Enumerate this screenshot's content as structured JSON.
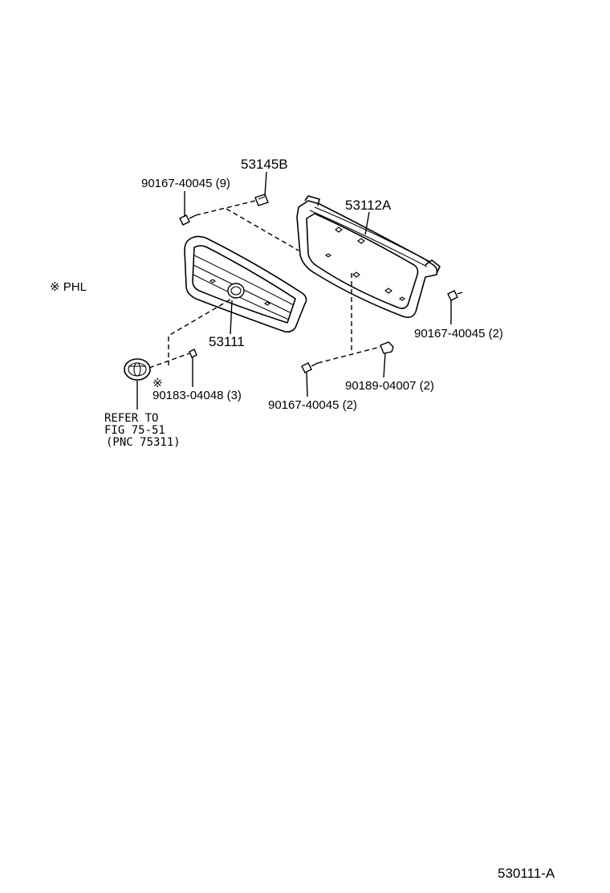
{
  "labels": {
    "part_53145b": "53145B",
    "part_90167_9": "90167-40045 (9)",
    "part_53112a": "53112A",
    "phl_note": "※ PHL",
    "part_53111": "53111",
    "part_90167_right": "90167-40045 (2)",
    "part_90189": "90189-04007 (2)",
    "mark_90183": "※",
    "part_90183": "90183-04048 (3)",
    "part_90167_bottom": "90167-40045 (2)",
    "refer_line1": "REFER TO",
    "refer_line2": "FIG 75-51",
    "refer_line3": "(PNC 75311)",
    "figure_id": "530111-A"
  }
}
